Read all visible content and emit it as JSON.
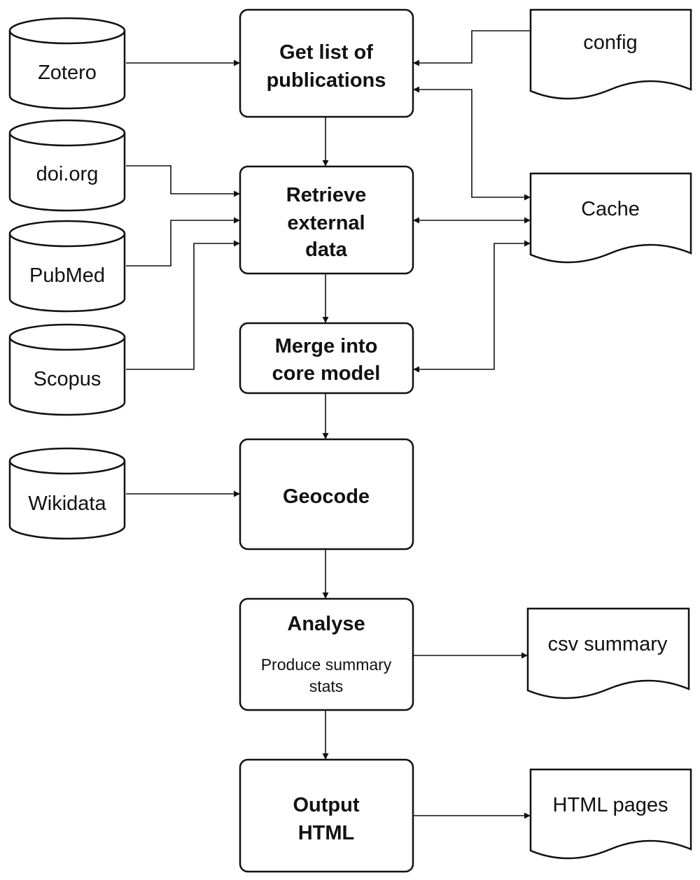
{
  "processes": {
    "get_list": {
      "lines": [
        "Get list of",
        "publications"
      ]
    },
    "retrieve": {
      "lines": [
        "Retrieve",
        "external",
        "data"
      ]
    },
    "merge": {
      "lines": [
        "Merge into",
        "core model"
      ]
    },
    "geocode": {
      "lines": [
        "Geocode"
      ]
    },
    "analyse": {
      "title": "Analyse",
      "sub_lines": [
        "Produce summary",
        "stats"
      ]
    },
    "output": {
      "lines": [
        "Output",
        "HTML"
      ]
    }
  },
  "databases": {
    "zotero": "Zotero",
    "doi": "doi.org",
    "pubmed": "PubMed",
    "scopus": "Scopus",
    "wikidata": "Wikidata"
  },
  "documents": {
    "config": "config",
    "cache": "Cache",
    "csv": "csv summary",
    "html_pages": "HTML pages"
  }
}
